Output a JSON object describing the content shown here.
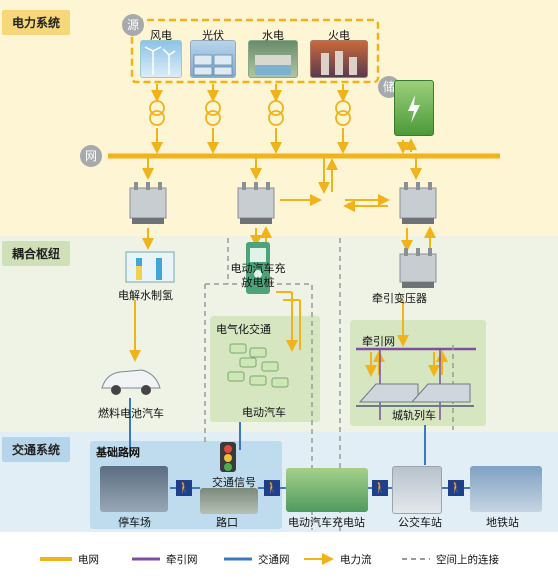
{
  "sections": {
    "power": "电力系统",
    "coupling": "耦合枢纽",
    "traffic": "交通系统"
  },
  "nodes": {
    "source_tag": "源",
    "storage_tag": "储",
    "grid_tag": "网",
    "wind": "风电",
    "solar": "光伏",
    "hydro": "水电",
    "thermal": "火电",
    "electrolysis": "电解水制氢",
    "ev_charger": "电动汽车充放电桩",
    "traction_transformer": "牵引变压器",
    "electrified_traffic": "电气化交通",
    "ev": "电动汽车",
    "traction_network": "牵引网",
    "fuel_cell_car": "燃料电池汽车",
    "rail_train": "城轨列车",
    "infra_network": "基础路网",
    "traffic_signal": "交通信号",
    "parking": "停车场",
    "intersection": "路口",
    "ev_station": "电动汽车充电站",
    "bus_station": "公交车站",
    "subway_station": "地铁站"
  },
  "legend": {
    "grid": "电网",
    "traction": "牵引网",
    "traffic": "交通网",
    "power_flow": "电力流",
    "spatial": "空间上的连接"
  },
  "colors": {
    "power_band": "#fdf5d3",
    "coupling_band": "#eef3e6",
    "traffic_band": "#e1eef5",
    "grid_line": "#f0b31a",
    "traction_line": "#7d4fa0",
    "traffic_line": "#3a78c2",
    "power_flow": "#f0b31a",
    "spatial": "#9a9a9a"
  }
}
